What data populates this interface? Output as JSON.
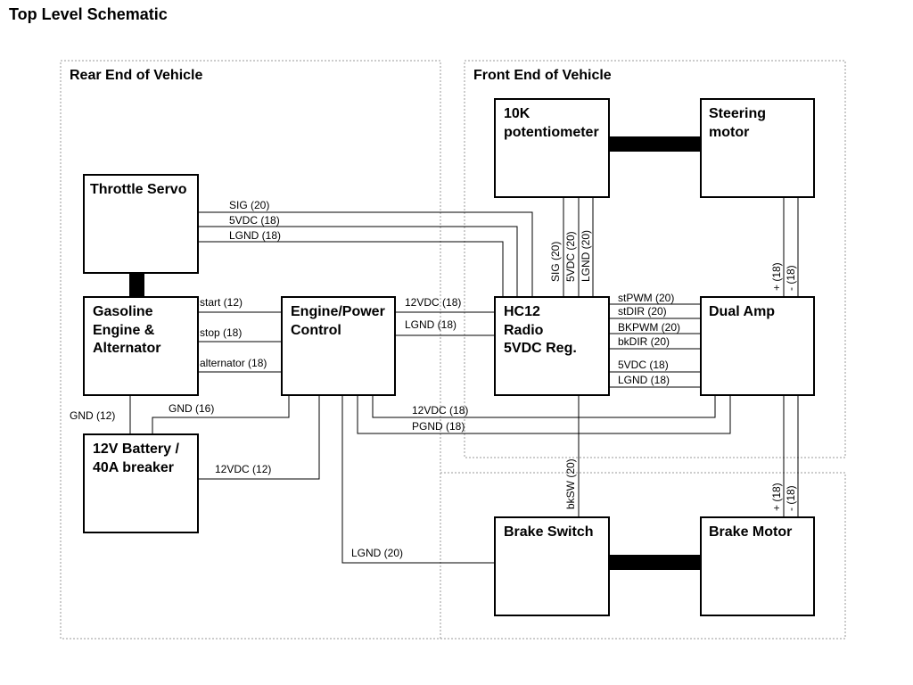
{
  "title": "Top Level Schematic",
  "regions": {
    "rear": "Rear End of Vehicle",
    "front": "Front End of Vehicle"
  },
  "blocks": {
    "throttle_servo": [
      "Throttle Servo"
    ],
    "gasoline_engine": [
      "Gasoline",
      "Engine &",
      "Alternator"
    ],
    "battery": [
      "12V Battery /",
      "40A breaker"
    ],
    "engine_power_control": [
      "Engine/Power",
      "Control"
    ],
    "potentiometer": [
      "10K",
      "potentiometer"
    ],
    "steering_motor": [
      "Steering",
      "motor"
    ],
    "hc12_radio": [
      "HC12",
      "Radio",
      "5VDC Reg."
    ],
    "dual_amp": [
      "Dual Amp"
    ],
    "brake_switch": [
      "Brake Switch"
    ],
    "brake_motor": [
      "Brake Motor"
    ]
  },
  "wires": {
    "servo_sig": "SIG (20)",
    "servo_5vdc": "5VDC (18)",
    "servo_lgnd": "LGND (18)",
    "start": "start (12)",
    "stop": "stop (18)",
    "alternator": "alternator (18)",
    "epc_12vdc": "12VDC (18)",
    "epc_lgnd": "LGND (18)",
    "pot_sig": "SIG (20)",
    "pot_5vdc": "5VDC (20)",
    "pot_lgnd": "LGND (20)",
    "stpwm": "stPWM (20)",
    "stdir": "stDIR (20)",
    "bkpwm": "BKPWM (20)",
    "bkdir": "bkDIR (20)",
    "amp_5vdc": "5VDC (18)",
    "amp_lgnd": "LGND (18)",
    "steer_plus": "+ (18)",
    "steer_minus": "- (18)",
    "brake_plus": "+ (18)",
    "brake_minus": "- (18)",
    "gnd_12": "GND (12)",
    "gnd_16": "GND (16)",
    "batt_12vdc": "12VDC (12)",
    "amp_12vdc": "12VDC (18)",
    "amp_pgnd": "PGND (18)",
    "bksw": "bkSW (20)",
    "brake_lgnd": "LGND (20)"
  }
}
